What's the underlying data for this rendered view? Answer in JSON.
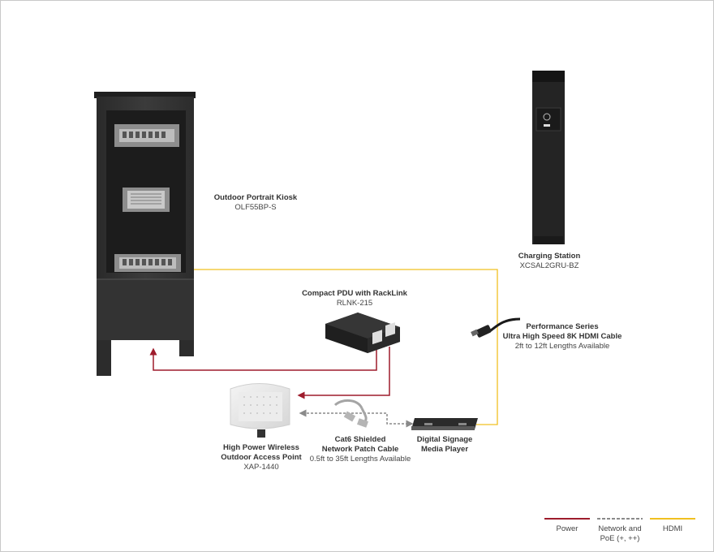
{
  "colors": {
    "power": "#9e1c2c",
    "network": "#8a8a8a",
    "hdmi": "#f0c020"
  },
  "devices": {
    "kiosk": {
      "title": "Outdoor Portrait Kiosk",
      "model": "OLF55BP-S"
    },
    "charging": {
      "title": "Charging Station",
      "model": "XCSAL2GRU-BZ"
    },
    "pdu": {
      "title": "Compact PDU with RackLink",
      "model": "RLNK-215"
    },
    "hdmi_cable": {
      "title1": "Performance Series",
      "title2": "Ultra High Speed 8K HDMI Cable",
      "note": "2ft to 12ft Lengths Available"
    },
    "access_point": {
      "title1": "High Power Wireless",
      "title2": "Outdoor Access Point",
      "model": "XAP-1440"
    },
    "patch_cable": {
      "title1": "Cat6 Shielded",
      "title2": "Network Patch Cable",
      "note": "0.5ft to 35ft Lengths Available"
    },
    "media_player": {
      "title1": "Digital Signage",
      "title2": "Media Player"
    }
  },
  "legend": {
    "power": "Power",
    "network1": "Network and",
    "network2": "PoE (+, ++)",
    "hdmi": "HDMI"
  }
}
